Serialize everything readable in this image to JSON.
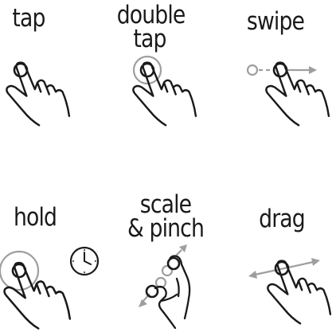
{
  "gestures": [
    {
      "label_lines": [
        "tap"
      ]
    },
    {
      "label_lines": [
        "double",
        "tap"
      ]
    },
    {
      "label_lines": [
        "swipe"
      ]
    },
    {
      "label_lines": [
        "hold"
      ]
    },
    {
      "label_lines": [
        "scale",
        "& pinch"
      ]
    },
    {
      "label_lines": [
        "drag"
      ]
    }
  ],
  "icons": {
    "hand": "pointing-hand-icon",
    "touch": "touch-point-icon",
    "clock": "clock-icon",
    "arrow": "arrow-icon"
  },
  "colors": {
    "ink": "#1a1a1a",
    "accent_grey": "#9e9e9e"
  }
}
